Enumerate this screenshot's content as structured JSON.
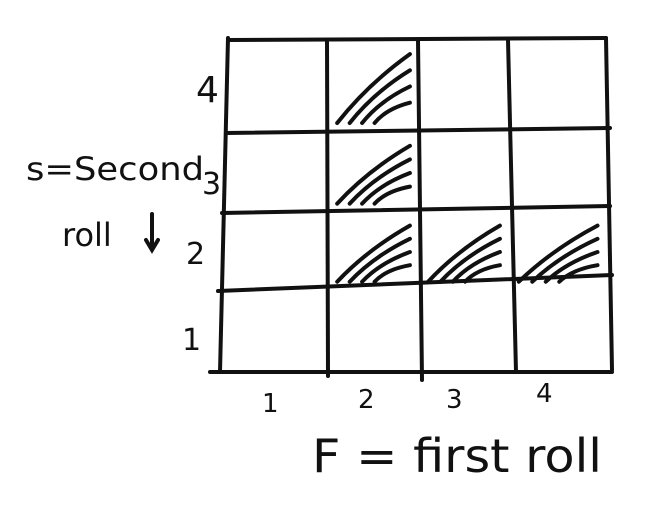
{
  "grid": {
    "columns": 4,
    "rows": 4,
    "column_labels": [
      "1",
      "2",
      "3",
      "4"
    ],
    "row_labels": [
      "1",
      "2",
      "3",
      "4"
    ],
    "shaded_cells": [
      {
        "col": 2,
        "row": 2
      },
      {
        "col": 2,
        "row": 3
      },
      {
        "col": 2,
        "row": 4
      },
      {
        "col": 3,
        "row": 2
      },
      {
        "col": 4,
        "row": 2
      }
    ]
  },
  "annotations": {
    "y_axis_line1": "s=Second",
    "y_axis_line2": "roll",
    "x_axis": "F = first roll"
  },
  "colors": {
    "ink": "#111111",
    "paper": "#ffffff"
  }
}
